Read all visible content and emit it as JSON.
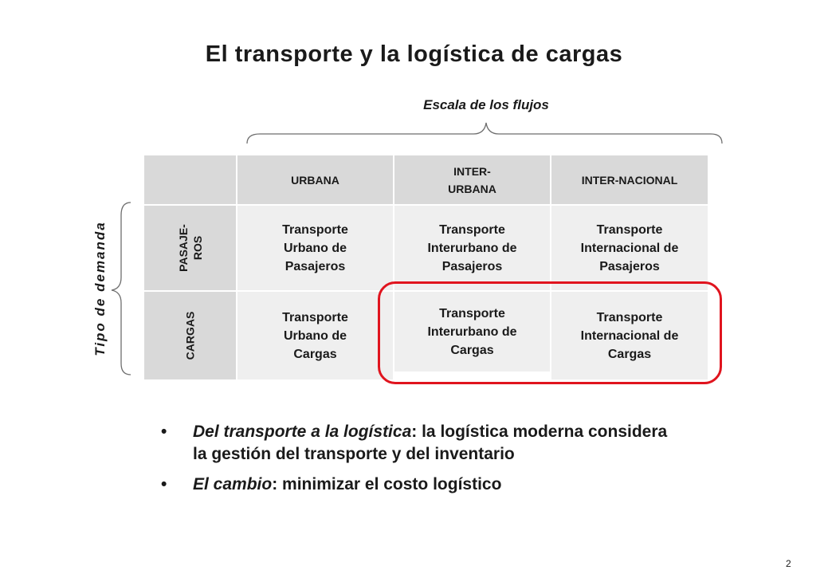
{
  "slide": {
    "title": "El transporte y la logística de cargas",
    "scale_label": "Escala de los flujos",
    "demand_label": "Tipo de demanda",
    "page_number": "2"
  },
  "table": {
    "columns": {
      "urbana": "URBANA",
      "interurbana_l1": "INTER-",
      "interurbana_l2": "URBANA",
      "internacional": "INTER-NACIONAL"
    },
    "rows": {
      "pasajeros_l1": "PASAJE-",
      "pasajeros_l2": "ROS",
      "cargas": "CARGAS"
    },
    "cells": {
      "pas_urb": [
        "Transporte",
        "Urbano de",
        "Pasajeros"
      ],
      "pas_int": [
        "Transporte",
        "Interurbano de",
        "Pasajeros"
      ],
      "pas_nac": [
        "Transporte",
        "Internacional de",
        "Pasajeros"
      ],
      "car_urb": [
        "Transporte",
        "Urbano de",
        "Cargas"
      ],
      "car_int": [
        "Transporte",
        "Interurbano de",
        "Cargas"
      ],
      "car_nac": [
        "Transporte",
        "Internacional de",
        "Cargas"
      ]
    }
  },
  "bullets": [
    {
      "marker": "•",
      "lead": "Del transporte a la logística",
      "rest": ": la logística moderna considera la gestión del transporte y del inventario"
    },
    {
      "marker": "•",
      "lead": "El cambio",
      "rest": ": minimizar el costo logístico"
    }
  ],
  "colors": {
    "header_bg": "#d9d9d9",
    "cell_bg": "#efefef",
    "highlight": "#e0141e"
  }
}
